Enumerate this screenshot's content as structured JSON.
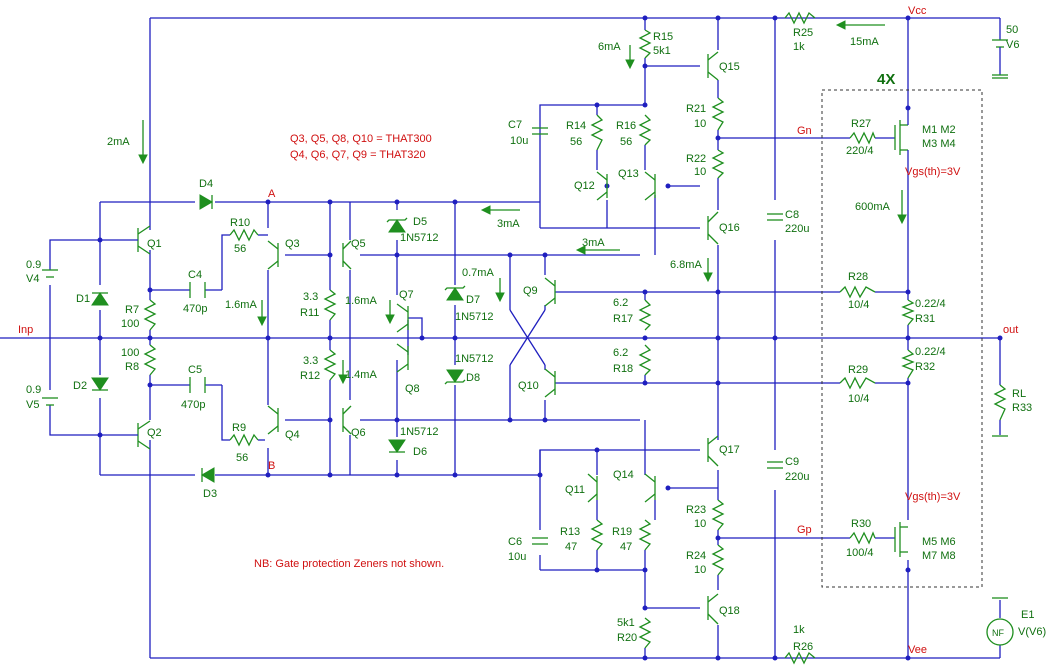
{
  "labels": {
    "nb": "NB: Gate protection Zeners not shown.",
    "types1": "Q3, Q5, Q8, Q10 = THAT300",
    "types2": "Q4, Q6, Q7,  Q9 = THAT320",
    "four_x": "4X",
    "vgs_top": "Vgs(th)=3V",
    "vgs_bot": "Vgs(th)=3V",
    "mos_top1": "M1 M2",
    "mos_top2": "M3 M4",
    "mos_bot1": "M5 M6",
    "mos_bot2": "M7 M8"
  },
  "nets": {
    "vcc": "Vcc",
    "vee": "Vee",
    "inp": "Inp",
    "out": "out",
    "gn": "Gn",
    "gp": "Gp",
    "a": "A",
    "b": "B"
  },
  "currents": {
    "i2ma": "2mA",
    "i6ma": "6mA",
    "i15ma": "15mA",
    "i3ma_a": "3mA",
    "i3ma_b": "3mA",
    "i07ma": "0.7mA",
    "i16ma_a": "1.6mA",
    "i16ma_b": "1.6mA",
    "i14ma": "1.4mA",
    "i68ma": "6.8mA",
    "i600ma": "600mA"
  },
  "parts": {
    "r15": "R15",
    "r15v": "5k1",
    "r25": "R25",
    "r25v": "1k",
    "r21": "R21",
    "r21v": "10",
    "r22": "R22",
    "r22v": "10",
    "r14": "R14",
    "r14v": "56",
    "r16": "R16",
    "r16v": "56",
    "r10": "R10",
    "r10v": "56",
    "r9": "R9",
    "r9v": "56",
    "r7": "R7",
    "r7v": "100",
    "r8": "R8",
    "r8v": "100",
    "r11": "R11",
    "r11v": "3.3",
    "r12": "R12",
    "r12v": "3.3",
    "r17": "R17",
    "r17v": "6.2",
    "r18": "R18",
    "r18v": "6.2",
    "r27": "R27",
    "r27v": "220/4",
    "r28": "R28",
    "r28v": "10/4",
    "r29": "R29",
    "r29v": "10/4",
    "r30": "R30",
    "r30v": "100/4",
    "r31": "R31",
    "r31v": "0.22/4",
    "r32": "R32",
    "r32v": "0.22/4",
    "r23": "R23",
    "r23v": "10",
    "r24": "R24",
    "r24v": "10",
    "r13": "R13",
    "r13v": "47",
    "r19": "R19",
    "r19v": "47",
    "r20": "R20",
    "r20v": "5k1",
    "r26": "R26",
    "r26v": "1k",
    "rl": "RL",
    "r33": "R33",
    "c4": "C4",
    "c4v": "470p",
    "c5": "C5",
    "c5v": "470p",
    "c6": "C6",
    "c6v": "10u",
    "c7": "C7",
    "c7v": "10u",
    "c8": "C8",
    "c8v": "220u",
    "c9": "C9",
    "c9v": "220u",
    "d1": "D1",
    "d2": "D2",
    "d3": "D3",
    "d4": "D4",
    "d5": "D5",
    "d5v": "1N5712",
    "d6": "D6",
    "d6v": "1N5712",
    "d7": "D7",
    "d7v": "1N5712",
    "d8": "D8",
    "d8v": "1N5712",
    "q1": "Q1",
    "q2": "Q2",
    "q3": "Q3",
    "q4": "Q4",
    "q5": "Q5",
    "q6": "Q6",
    "q7": "Q7",
    "q8": "Q8",
    "q9": "Q9",
    "q10": "Q10",
    "q11": "Q11",
    "q12": "Q12",
    "q13": "Q13",
    "q14": "Q14",
    "q15": "Q15",
    "q16": "Q16",
    "q17": "Q17",
    "q18": "Q18",
    "v4": "V4",
    "v4v": "0.9",
    "v5": "V5",
    "v5v": "0.9",
    "v6": "V6",
    "v6v": "50",
    "e1": "E1",
    "e1v": "V(V6)",
    "nf": "NF"
  },
  "colors": {
    "wire": "#1f1fbf",
    "component": "#1f8f1f",
    "net_label": "#d01010",
    "text": "#107010"
  }
}
